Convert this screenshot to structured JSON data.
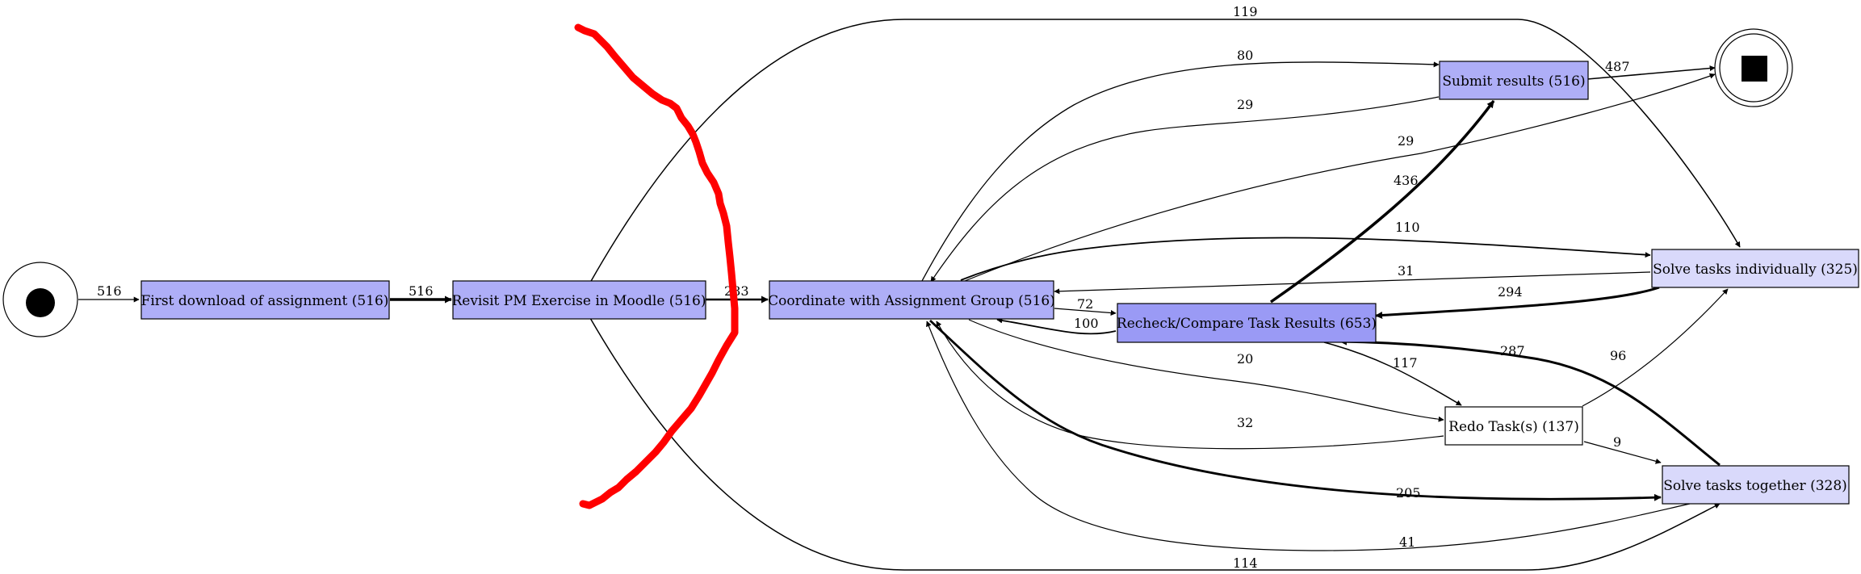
{
  "process_map": {
    "start_node": {
      "name": "start-event"
    },
    "end_node": {
      "name": "end-event"
    },
    "activities": [
      {
        "id": "first_download",
        "label": "First download of assignment (516)",
        "fill": "#aeaef7"
      },
      {
        "id": "revisit_pm",
        "label": "Revisit PM Exercise in Moodle (516)",
        "fill": "#aeaef7"
      },
      {
        "id": "coordinate",
        "label": "Coordinate with Assignment Group (516)",
        "fill": "#aeaef7"
      },
      {
        "id": "recheck",
        "label": "Recheck/Compare Task Results (653)",
        "fill": "#9a9af5"
      },
      {
        "id": "submit",
        "label": "Submit results (516)",
        "fill": "#aeaef7"
      },
      {
        "id": "solve_individually",
        "label": "Solve tasks individually (325)",
        "fill": "#d9d9fb"
      },
      {
        "id": "redo",
        "label": "Redo Task(s) (137)",
        "fill": "#ffffff"
      },
      {
        "id": "solve_together",
        "label": "Solve tasks together (328)",
        "fill": "#d9d9fb"
      }
    ],
    "edges": [
      {
        "id": "start-first",
        "label": "516"
      },
      {
        "id": "first-revisit",
        "label": "516"
      },
      {
        "id": "revisit-coordinate",
        "label": "283"
      },
      {
        "id": "revisit-solveind",
        "label": "119"
      },
      {
        "id": "revisit-solvetog",
        "label": "114"
      },
      {
        "id": "coordinate-submit",
        "label": "80"
      },
      {
        "id": "submit-coordinate",
        "label": "29"
      },
      {
        "id": "coordinate-end",
        "label": "29"
      },
      {
        "id": "submit-end",
        "label": "487"
      },
      {
        "id": "recheck-submit",
        "label": "436"
      },
      {
        "id": "coordinate-solveind",
        "label": "110"
      },
      {
        "id": "solveind-coordinate",
        "label": "31"
      },
      {
        "id": "solveind-recheck",
        "label": "294"
      },
      {
        "id": "coordinate-recheck",
        "label": "72"
      },
      {
        "id": "recheck-coordinate",
        "label": "100"
      },
      {
        "id": "coordinate-redo",
        "label": "20"
      },
      {
        "id": "recheck-redo",
        "label": "117"
      },
      {
        "id": "solvetog-recheck",
        "label": "287"
      },
      {
        "id": "redo-solveind",
        "label": "96"
      },
      {
        "id": "redo-coordinate",
        "label": "32"
      },
      {
        "id": "redo-solvetog",
        "label": "9"
      },
      {
        "id": "coordinate-solvetog",
        "label": "205"
      },
      {
        "id": "solvetog-coordinate",
        "label": "41"
      }
    ],
    "annotation": {
      "name": "red-freehand-stroke",
      "color": "#ff0000"
    },
    "colors": {
      "edge": "#000000",
      "node_border": "#000000"
    }
  }
}
